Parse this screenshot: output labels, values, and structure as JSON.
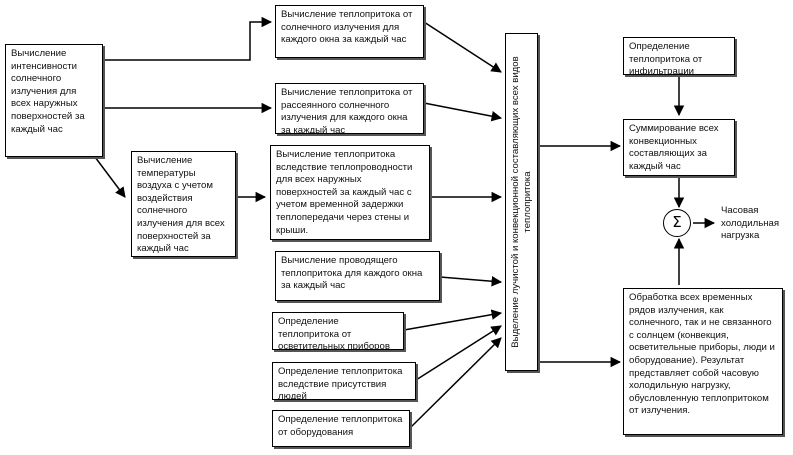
{
  "boxes": {
    "solar_intensity": "Вычисление интенсивности солнечного излучения для всех наружных поверхностей за каждый час",
    "air_temperature": "Вычисление температуры воздуха с учетом воздействия солнечного излучения для всех поверхностей за каждый час",
    "solar_window": "Вычисление теплопритока от солнечного излучения для каждого окна за каждый час",
    "diffuse_window": "Вычисление теплопритока от рассеянного солнечного излучения для каждого окна за каждый час",
    "conduction": "Вычисление теплопритока вследствие теплопроводности для всех наружных поверхностей за каждый час с учетом временной задержки теплопередачи через стены и крыши.",
    "window_conduction": "Вычисление проводящего теплопритока для каждого окна за каждый час",
    "lighting": "Определение теплопритока от осветительных приборов",
    "people": "Определение теплопритока вследствие присутствия людей",
    "equipment": "Определение теплопритока от оборудования",
    "infiltration": "Определение теплопритока от инфильтрации",
    "summation": "Суммирование всех конвекционных составляющих за каждый час",
    "processing": "Обработка всех временных рядов излучения, как солнечного, так и не связанного с солнцем (конвекция, осветительные приборы, люди и оборудование). Результат представляет собой часовую холодильную нагрузку, обусловленную теплопритоком от излучения."
  },
  "separator_label": "Выделение лучистой и конвекционной составляющих всех видов теплопритока",
  "sum_symbol": "Σ",
  "output_label": "Часовая холодильная нагрузка",
  "colors": {
    "line": "#000000",
    "shadow": "#555555",
    "background": "#ffffff"
  }
}
